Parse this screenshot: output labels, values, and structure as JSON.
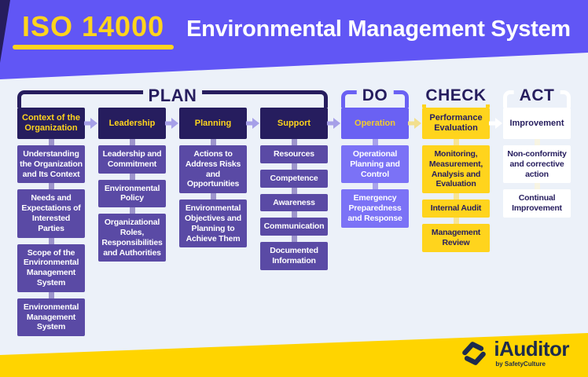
{
  "header": {
    "title": "ISO 14000",
    "subtitle": "Environmental Management System"
  },
  "phases": [
    {
      "label": "PLAN",
      "start": 0,
      "end": 3,
      "color": "#261D5E"
    },
    {
      "label": "DO",
      "start": 4,
      "end": 4,
      "color": "#6A61F3"
    },
    {
      "label": "CHECK",
      "start": 5,
      "end": 5,
      "color": "#FFD41D"
    },
    {
      "label": "ACT",
      "start": 6,
      "end": 6,
      "color": "#FFFFFF"
    }
  ],
  "columns": [
    {
      "title": "Context of the Organization",
      "theme": "navy",
      "items": [
        "Understanding the Organization and Its Context",
        "Needs and Expectations of Interested Parties",
        "Scope of the Environmental Management System",
        "Environmental Management System"
      ]
    },
    {
      "title": "Leadership",
      "theme": "navy",
      "items": [
        "Leadership and Commitment",
        "Environmental Policy",
        "Organizational Roles, Responsibilities and Authorities"
      ]
    },
    {
      "title": "Planning",
      "theme": "navy",
      "items": [
        "Actions to Address Risks and Opportunities",
        "Environmental Objectives and Planning to Achieve Them"
      ]
    },
    {
      "title": "Support",
      "theme": "navy",
      "items": [
        "Resources",
        "Competence",
        "Awareness",
        "Communication",
        "Documented Information"
      ]
    },
    {
      "title": "Operation",
      "theme": "purple",
      "items": [
        "Operational Planning and Control",
        "Emergency Preparedness and Response"
      ]
    },
    {
      "title": "Performance Evaluation",
      "theme": "yellow",
      "items": [
        "Monitoring, Measurement, Analysis and Evaluation",
        "Internal Audit",
        "Management Review"
      ]
    },
    {
      "title": "Improvement",
      "theme": "white",
      "items": [
        "Non-conformity and corrective action",
        "Continual Improvement"
      ]
    }
  ],
  "arrow_colors": [
    "#A6A0E8",
    "#A6A0E8",
    "#A6A0E8",
    "#A6A0E8",
    "#F2DF8E",
    "#FFFFFF"
  ],
  "logo": {
    "name": "iAuditor",
    "byline": "by SafetyCulture"
  },
  "palette": {
    "header_purple": "#6156F5",
    "dark_navy": "#261D5E",
    "brand_yellow": "#FFD41D",
    "footer_yellow": "#FFD400",
    "sub_purple": "#5A4AA5",
    "operation_purple": "#7B72F6",
    "background": "#ECF1F9",
    "logo_navy": "#1C2B4D"
  }
}
